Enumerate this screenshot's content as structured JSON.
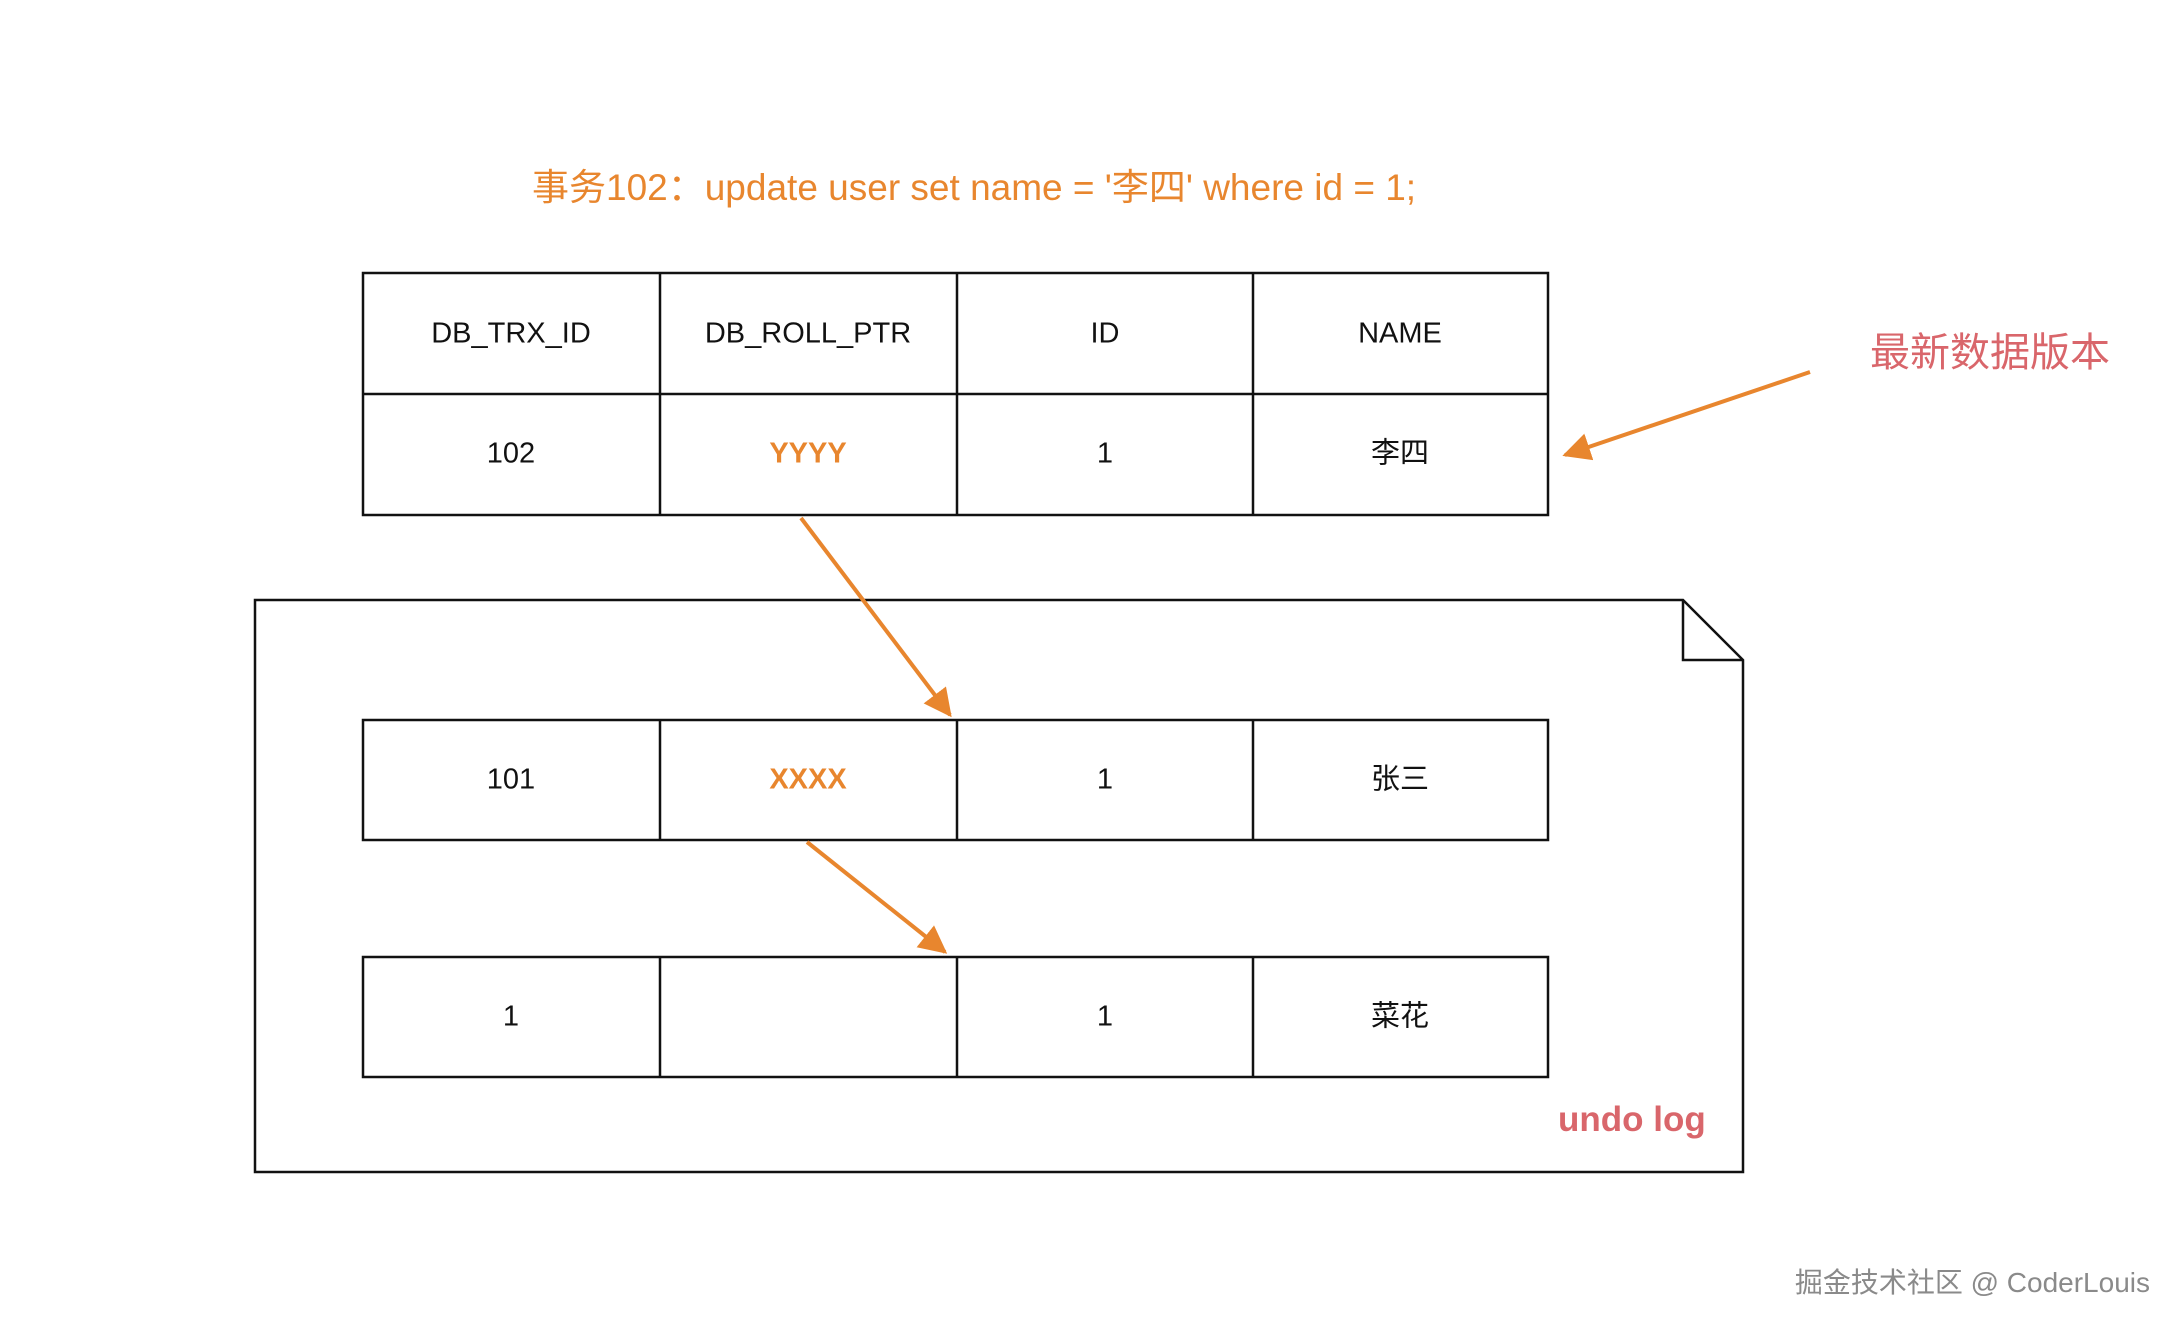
{
  "title": "事务102：update user set name = '李四' where id = 1;",
  "latest_label": "最新数据版本",
  "undo_label": "undo log",
  "watermark": "掘金技术社区 @ CoderLouis",
  "colors": {
    "accent_orange": "#E8862E",
    "label_red": "#D9666B",
    "line": "#111111"
  },
  "main_table": {
    "headers": [
      "DB_TRX_ID",
      "DB_ROLL_PTR",
      "ID",
      "NAME"
    ],
    "row": [
      "102",
      "YYYY",
      "1",
      "李四"
    ]
  },
  "undo_rows": [
    [
      "101",
      "XXXX",
      "1",
      "张三"
    ],
    [
      "1",
      "",
      "1",
      "菜花"
    ]
  ]
}
